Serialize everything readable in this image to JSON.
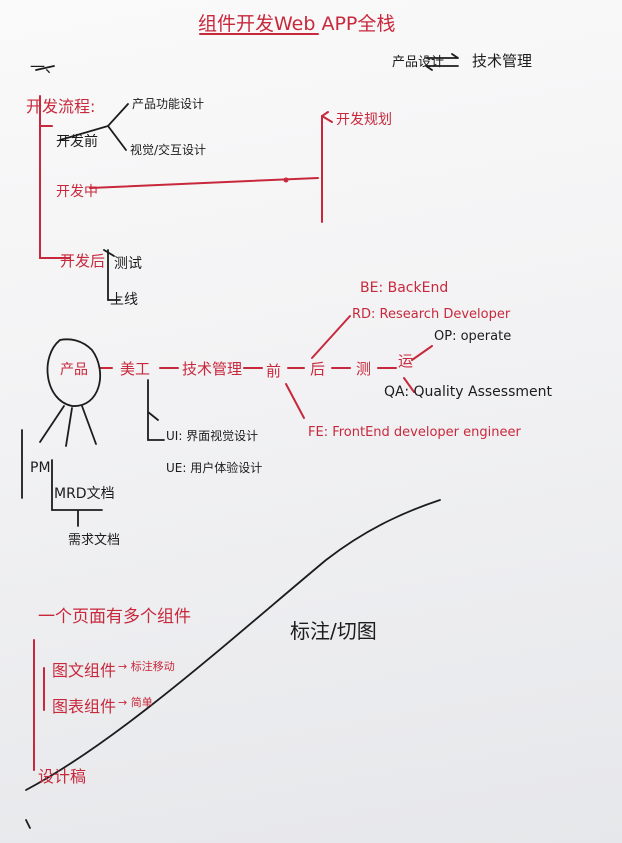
{
  "note": {
    "title": "组件开发Web APP全栈",
    "top_right": {
      "left": "产品设计",
      "arrow": "⇌",
      "right": "技术管理"
    },
    "section_mark": "一、",
    "dev_flow": {
      "heading": "开发流程:",
      "before": "开发前",
      "before_items": [
        "产品功能设计",
        "视觉/交互设计"
      ],
      "during": "开发中",
      "after": "开发后",
      "after_items": [
        "测试",
        "上线"
      ],
      "plan": "开发规划"
    },
    "pipeline": {
      "product": "产品",
      "design": "美工",
      "tech": "技术管理",
      "front": "前",
      "back": "后",
      "test": "测",
      "ops": "运",
      "be": "BE: BackEnd",
      "rd": "RD: Research Developer",
      "op": "OP: operate",
      "qa": "QA: Quality Assessment",
      "fe": "FE: FrontEnd developer engineer",
      "ui": "UI: 界面视觉设计",
      "ue": "UE: 用户体验设计",
      "pm": "PM",
      "mrd": "MRD文档",
      "mrd_sub": "需求文档"
    },
    "components": {
      "heading": "一个页面有多个组件",
      "text_comp": "图文组件",
      "text_comp_note": "→ 标注移动",
      "chart_comp": "图表组件",
      "chart_comp_note": "→ 简单",
      "design_doc": "设计稿",
      "mark": "标注/切图"
    }
  },
  "colors": {
    "ink_red": "#c8283c",
    "ink_black": "#1c1c1c",
    "paper": "#f4f4f6"
  }
}
